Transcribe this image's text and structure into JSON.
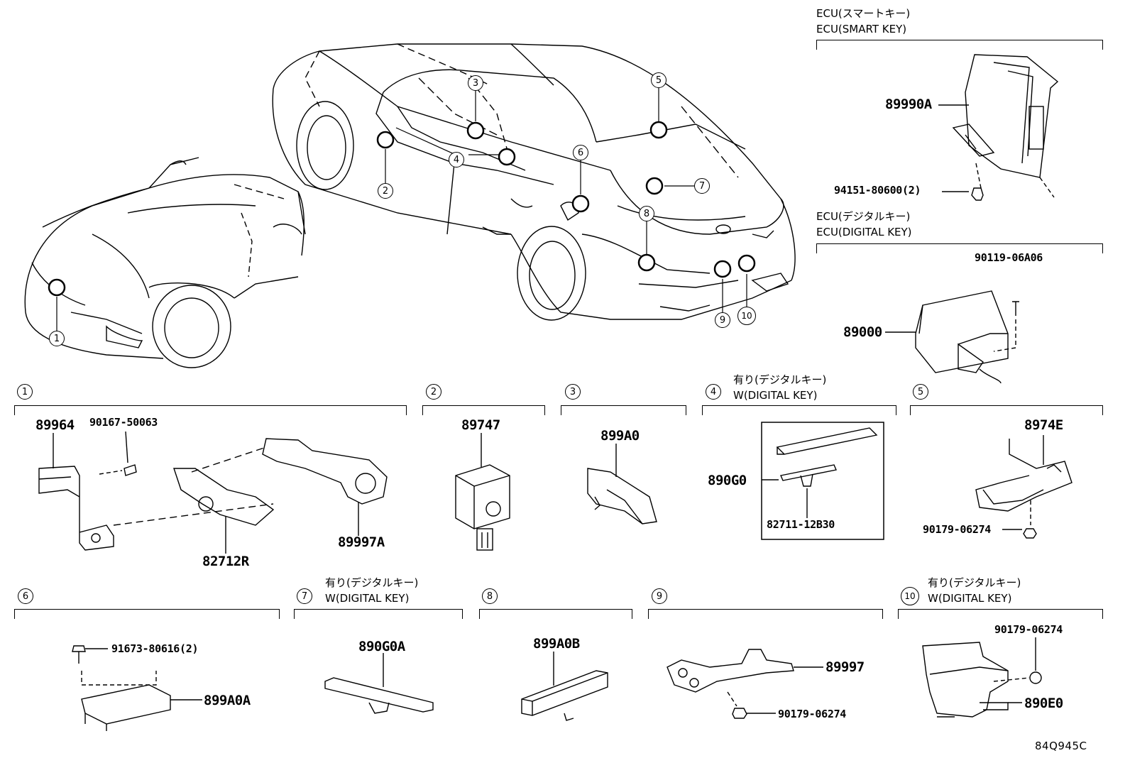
{
  "ecu_smart_key": {
    "header_jp": "ECU(スマートキー)",
    "header_en": "ECU(SMART KEY)",
    "parts": [
      "89990A",
      "94151-80600(2)"
    ]
  },
  "ecu_digital_key": {
    "header_jp": "ECU(デジタルキー)",
    "header_en": "ECU(DIGITAL KEY)",
    "parts": [
      "90119-06A06",
      "89000"
    ]
  },
  "car_callouts": [
    "1",
    "2",
    "3",
    "4",
    "5",
    "6",
    "7",
    "8",
    "9",
    "10"
  ],
  "sections": [
    {
      "num": "1",
      "parts": [
        "89964",
        "90167-50063",
        "89997A",
        "82712R"
      ]
    },
    {
      "num": "2",
      "parts": [
        "89747"
      ]
    },
    {
      "num": "3",
      "parts": [
        "899A0"
      ]
    },
    {
      "num": "4",
      "note_jp": "有り(デジタルキー)",
      "note_en": "W(DIGITAL KEY)",
      "parts": [
        "890G0",
        "82711-12B30"
      ]
    },
    {
      "num": "5",
      "parts": [
        "8974E",
        "90179-06274"
      ]
    },
    {
      "num": "6",
      "parts": [
        "91673-80616(2)",
        "899A0A"
      ]
    },
    {
      "num": "7",
      "note_jp": "有り(デジタルキー)",
      "note_en": "W(DIGITAL KEY)",
      "parts": [
        "890G0A"
      ]
    },
    {
      "num": "8",
      "parts": [
        "899A0B"
      ]
    },
    {
      "num": "9",
      "parts": [
        "89997",
        "90179-06274"
      ]
    },
    {
      "num": "10",
      "note_jp": "有り(デジタルキー)",
      "note_en": "W(DIGITAL KEY)",
      "parts": [
        "90179-06274",
        "890E0"
      ]
    }
  ],
  "diagram_code": "84Q945C"
}
